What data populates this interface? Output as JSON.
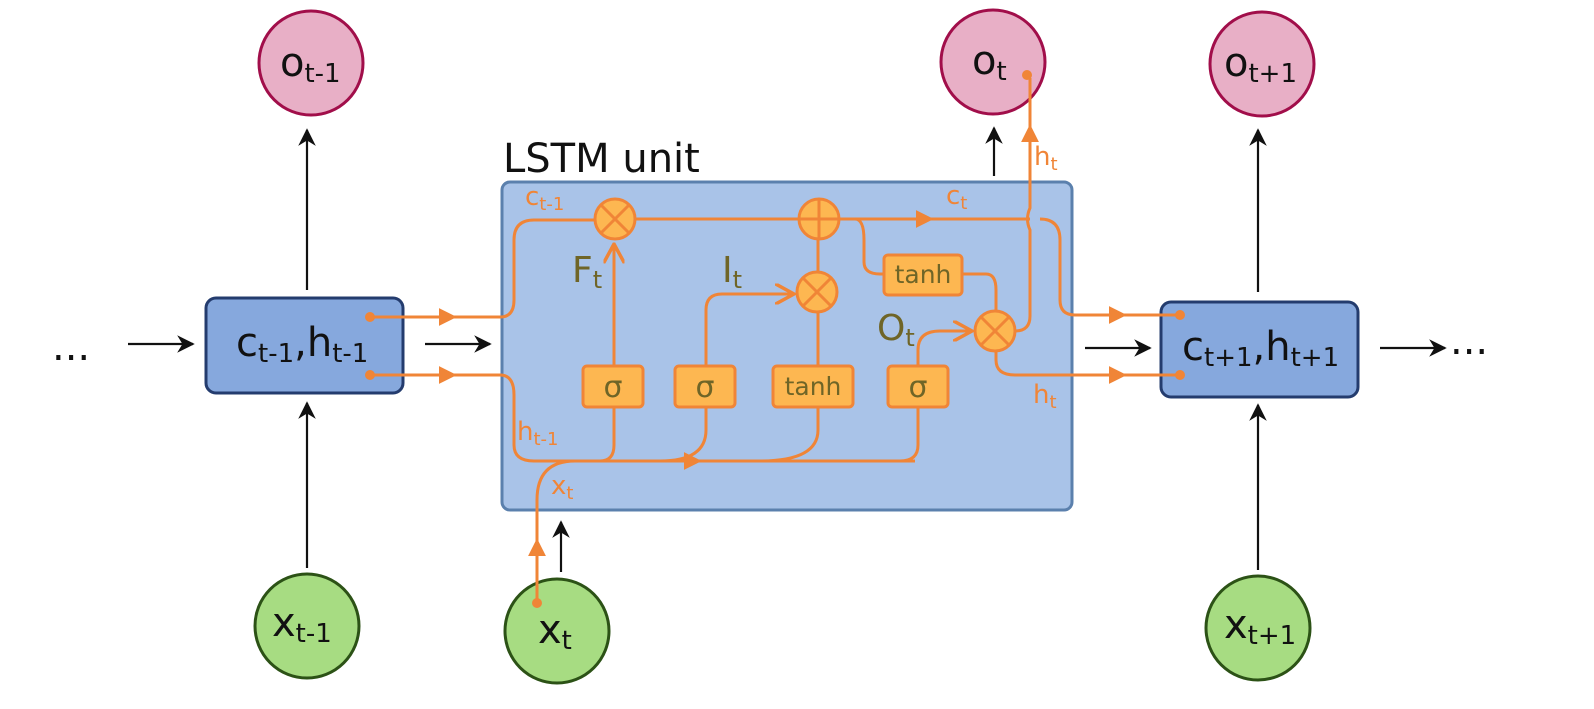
{
  "unit_title": "LSTM unit",
  "ellipsis_left": "...",
  "ellipsis_right": "...",
  "colors": {
    "unit_fill": "#a9c3e8",
    "unit_stroke": "#5b80ad",
    "state_fill": "#86a8dd",
    "state_stroke": "#243c6e",
    "output_fill": "#e8afc6",
    "output_stroke": "#a10e4a",
    "input_fill": "#a7dc82",
    "input_stroke": "#2c5216",
    "gate_fill": "#fdb751",
    "wire": "#f08537",
    "gate_text": "#6f6527"
  },
  "outputs": [
    {
      "base": "o",
      "sub": "t-1"
    },
    {
      "base": "o",
      "sub": "t"
    },
    {
      "base": "o",
      "sub": "t+1"
    }
  ],
  "inputs": [
    {
      "base": "x",
      "sub": "t-1"
    },
    {
      "base": "x",
      "sub": "t"
    },
    {
      "base": "x",
      "sub": "t+1"
    }
  ],
  "states": [
    {
      "c": "c",
      "c_sub": "t-1",
      "sep": ",",
      "h": "h",
      "h_sub": "t-1"
    },
    {
      "c": "c",
      "c_sub": "t+1",
      "sep": ",",
      "h": "h",
      "h_sub": "t+1"
    }
  ],
  "wire_labels": {
    "c_prev": {
      "base": "c",
      "sub": "t-1"
    },
    "c_t": {
      "base": "c",
      "sub": "t"
    },
    "h_prev": {
      "base": "h",
      "sub": "t-1"
    },
    "x_t": {
      "base": "x",
      "sub": "t"
    },
    "h_t_top": {
      "base": "h",
      "sub": "t"
    },
    "h_t_right": {
      "base": "h",
      "sub": "t"
    }
  },
  "gate_labels": {
    "forget": {
      "base": "F",
      "sub": "t"
    },
    "input": {
      "base": "I",
      "sub": "t"
    },
    "output": {
      "base": "O",
      "sub": "t"
    }
  },
  "activations": {
    "sigma": "σ",
    "tanh": "tanh"
  }
}
